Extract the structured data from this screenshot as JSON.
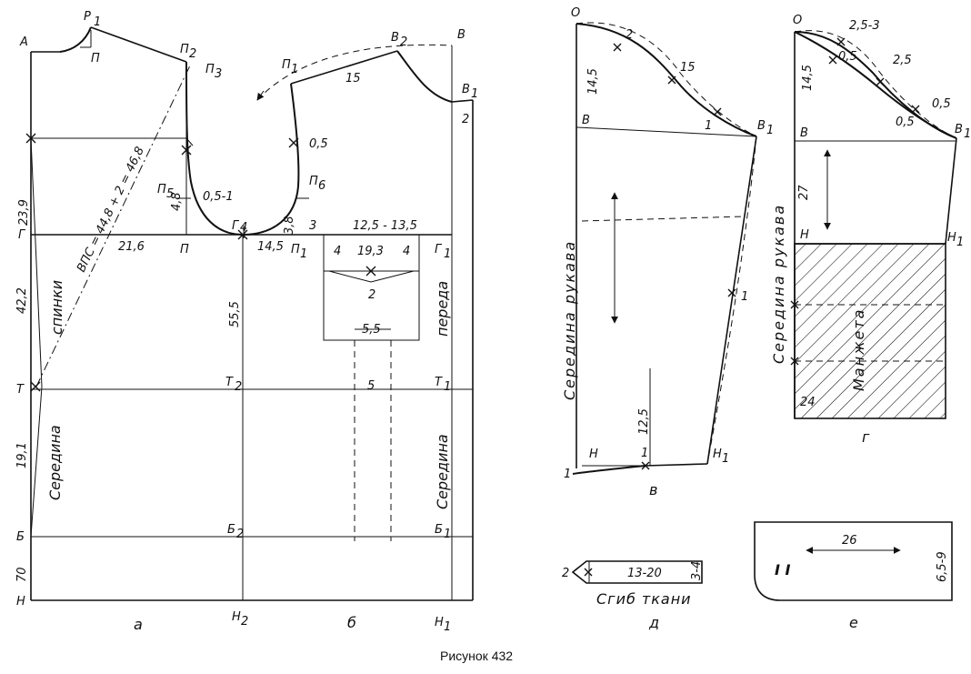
{
  "caption": "Рисунок 432",
  "back_front": {
    "labels": {
      "A": "А",
      "P1": "Р",
      "P1_sub": "1",
      "P": "П",
      "P2": "П",
      "P2_sub": "2",
      "P3": "П",
      "P3_sub": "3",
      "P5": "П",
      "P5_sub": "5",
      "P6": "П",
      "P6_sub": "6",
      "P7": "П",
      "P7_sub": "1",
      "P1_bottom": "П",
      "P1_bottom_sub": "1",
      "B": "В",
      "B1": "В",
      "B1_sub": "1",
      "B2": "В",
      "B2_sub": "2",
      "G": "Г",
      "G1": "Г",
      "G1_sub": "1",
      "G4": "Г",
      "G4_sub": "4",
      "T": "Т",
      "T1": "Т",
      "T1_sub": "1",
      "T2": "Т",
      "T2_sub": "2",
      "Bb": "Б",
      "Bb1": "Б",
      "Bb1_sub": "1",
      "Bb2": "Б",
      "Bb2_sub": "2",
      "N": "Н",
      "N1": "Н",
      "N1_sub": "1",
      "N2": "Н",
      "N2_sub": "2"
    },
    "dims": {
      "d23_9": "23,9",
      "d42_2": "42,2",
      "d19_1": "19,1",
      "d70": "70",
      "d21_6": "21,6",
      "d14_5": "14,5",
      "d55_5": "55,5",
      "d4_8": "4,8",
      "d0_5_1": "0,5-1",
      "d3_8": "3,8",
      "d3": "3",
      "d0_5": "0,5",
      "d15": "15",
      "d2": "2",
      "d12_5_13_5": "12,5 - 13,5",
      "d4a": "4",
      "d19_3": "19,3",
      "d4b": "4",
      "d2b": "2",
      "d5_5": "5,5",
      "d5": "5"
    },
    "vpc": "ВПС = 44,8 + 2 = 46,8",
    "spinki": "спинки",
    "seredina_left": "Середина",
    "pereda": "переда",
    "seredina_right": "Середина",
    "fig_label": "а",
    "pocket_label": "б"
  },
  "sleeve": {
    "labels": {
      "O": "О",
      "V": "В",
      "V1": "В",
      "V1_sub": "1",
      "N": "Н",
      "N1": "Н",
      "N1_sub": "1"
    },
    "dims": {
      "d14_5": "14,5",
      "d2": "2",
      "d15": "15",
      "d1a": "1",
      "d1b": "1",
      "d12_5": "12,5",
      "d1c": "1",
      "d1d": "1"
    },
    "seredina": "Середина рукава",
    "fig_label": "в"
  },
  "cuff": {
    "labels": {
      "O": "О",
      "V": "В",
      "V1": "В",
      "V1_sub": "1",
      "N": "Н",
      "N1": "Н",
      "N1_sub": "1"
    },
    "dims": {
      "d2_5_3": "2,5-3",
      "d0_5a": "0,5",
      "d2_5": "2,5",
      "d0_5b": "0,5",
      "d0_5c": "0,5",
      "d14_5": "14,5",
      "d27": "27",
      "d24": "24"
    },
    "seredina": "Середина рукава",
    "manzheta": "Манжета",
    "fig_label": "г"
  },
  "strap": {
    "d2": "2",
    "d13_20": "13-20",
    "d3_4": "3-4",
    "fold": "Сгиб ткани",
    "fig_label": "д"
  },
  "belt": {
    "roman": "I I",
    "d26": "26",
    "d6_5_9": "6,5-9",
    "fig_label": "е"
  }
}
